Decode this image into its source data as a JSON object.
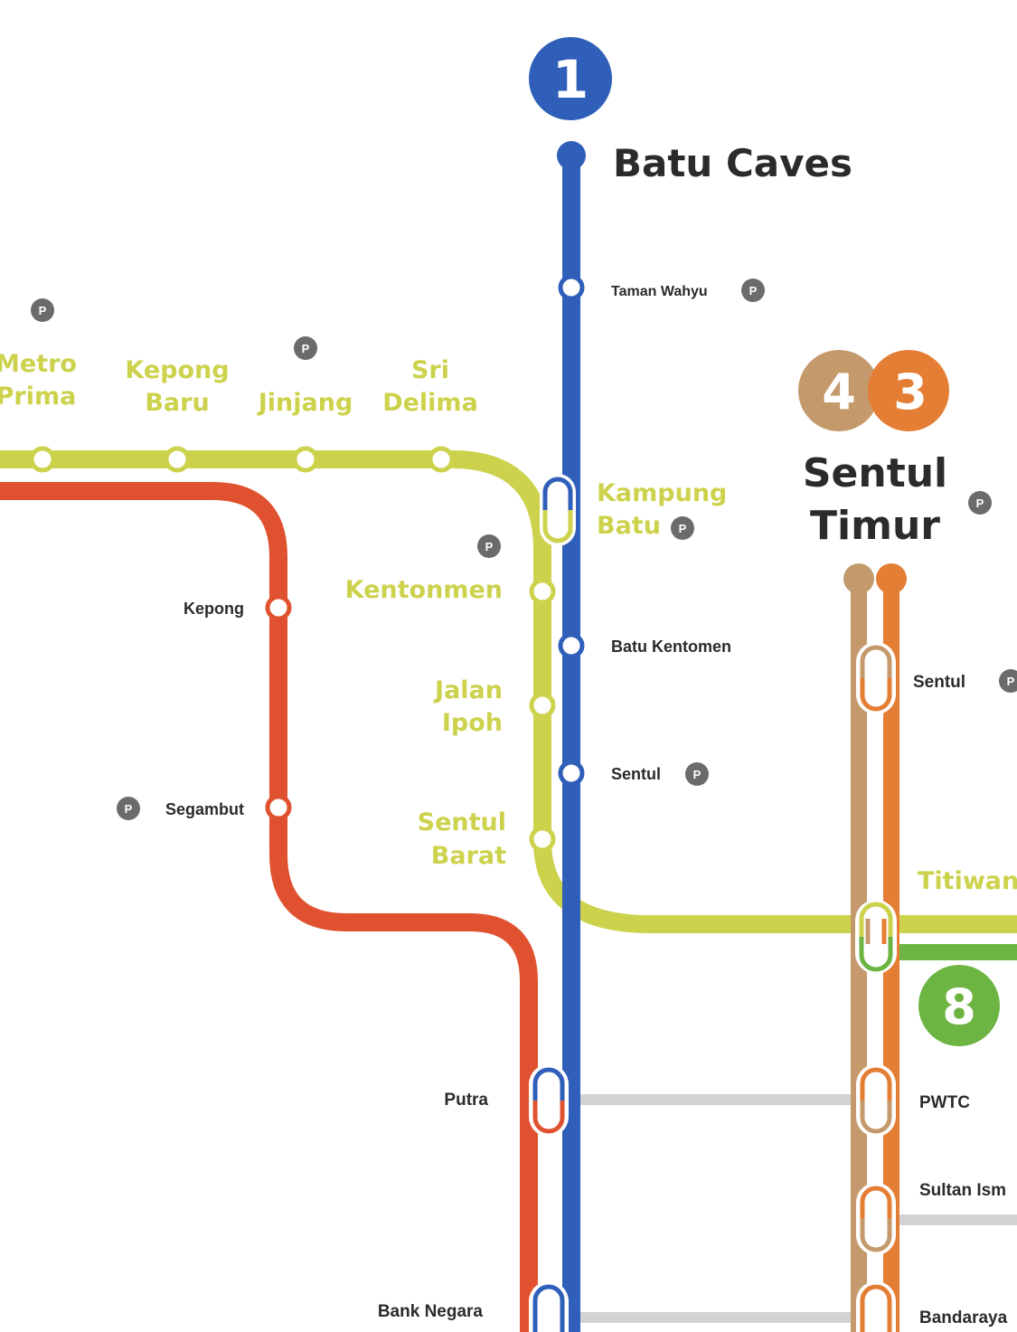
{
  "colors": {
    "line1": "#2f5fb8",
    "line4": "#c49a6c",
    "line3": "#e57e35",
    "line8": "#6db543",
    "yellow": "#cdd24c",
    "red": "#e0522f",
    "grey_link": "#d3d3d3",
    "parking": "#6b6b6b",
    "text_dark": "#2b2b2b"
  },
  "badges": {
    "line1": "1",
    "line4": "4",
    "line3": "3",
    "line8": "8"
  },
  "parking_icon": {
    "glyph": "P",
    "icon": "parking-icon"
  },
  "terminals": {
    "batu_caves": "Batu Caves",
    "sentul_timur_1": "Sentul",
    "sentul_timur_2": "Timur"
  },
  "yellow_stations": {
    "metro_prima_1": "Metro",
    "metro_prima_2": "Prima",
    "kepong_baru_1": "Kepong",
    "kepong_baru_2": "Baru",
    "jinjang": "Jinjang",
    "sri_delima_1": "Sri",
    "sri_delima_2": "Delima",
    "kampung_batu_1": "Kampung",
    "kampung_batu_2": "Batu",
    "kentonmen": "Kentonmen",
    "jalan_ipoh_1": "Jalan",
    "jalan_ipoh_2": "Ipoh",
    "sentul_barat_1": "Sentul",
    "sentul_barat_2": "Barat",
    "titiwangsa": "Titiwan"
  },
  "small_stations": {
    "taman_wahyu": "Taman Wahyu",
    "batu_kentomen": "Batu Kentomen",
    "sentul_blue": "Sentul",
    "kepong": "Kepong",
    "segambut": "Segambut",
    "putra": "Putra",
    "bank_negara": "Bank Negara",
    "sentul_brown": "Sentul",
    "pwtc": "PWTC",
    "sultan_ismail": "Sultan Ism",
    "bandaraya": "Bandaraya"
  }
}
